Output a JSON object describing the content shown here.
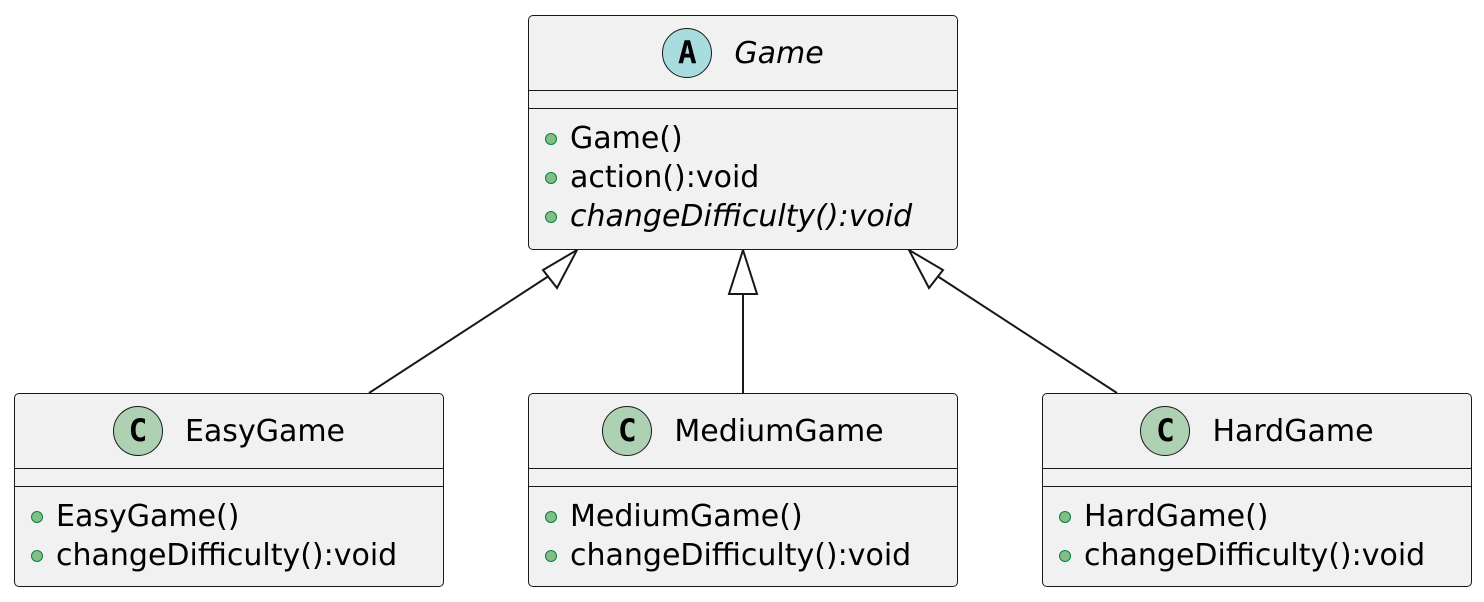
{
  "diagram": {
    "type": "uml-class",
    "relation": "inheritance",
    "classes": [
      {
        "id": "game",
        "stereotype_letter": "A",
        "kind": "abstract",
        "name": "Game",
        "methods": [
          "Game()",
          "action():void",
          "changeDifficulty():void"
        ],
        "abstract_methods": [
          2
        ]
      },
      {
        "id": "easy",
        "stereotype_letter": "C",
        "kind": "class",
        "name": "EasyGame",
        "methods": [
          "EasyGame()",
          "changeDifficulty():void"
        ]
      },
      {
        "id": "medium",
        "stereotype_letter": "C",
        "kind": "class",
        "name": "MediumGame",
        "methods": [
          "MediumGame()",
          "changeDifficulty():void"
        ]
      },
      {
        "id": "hard",
        "stereotype_letter": "C",
        "kind": "class",
        "name": "HardGame",
        "methods": [
          "HardGame()",
          "changeDifficulty():void"
        ]
      }
    ],
    "edges": [
      {
        "from": "EasyGame",
        "to": "Game"
      },
      {
        "from": "MediumGame",
        "to": "Game"
      },
      {
        "from": "HardGame",
        "to": "Game"
      }
    ],
    "colors": {
      "box_fill": "#f1f1f1",
      "border": "#181818",
      "abstract_icon": "#a9dcdf",
      "class_icon": "#add1b2",
      "public_dot": "#84be84"
    }
  }
}
